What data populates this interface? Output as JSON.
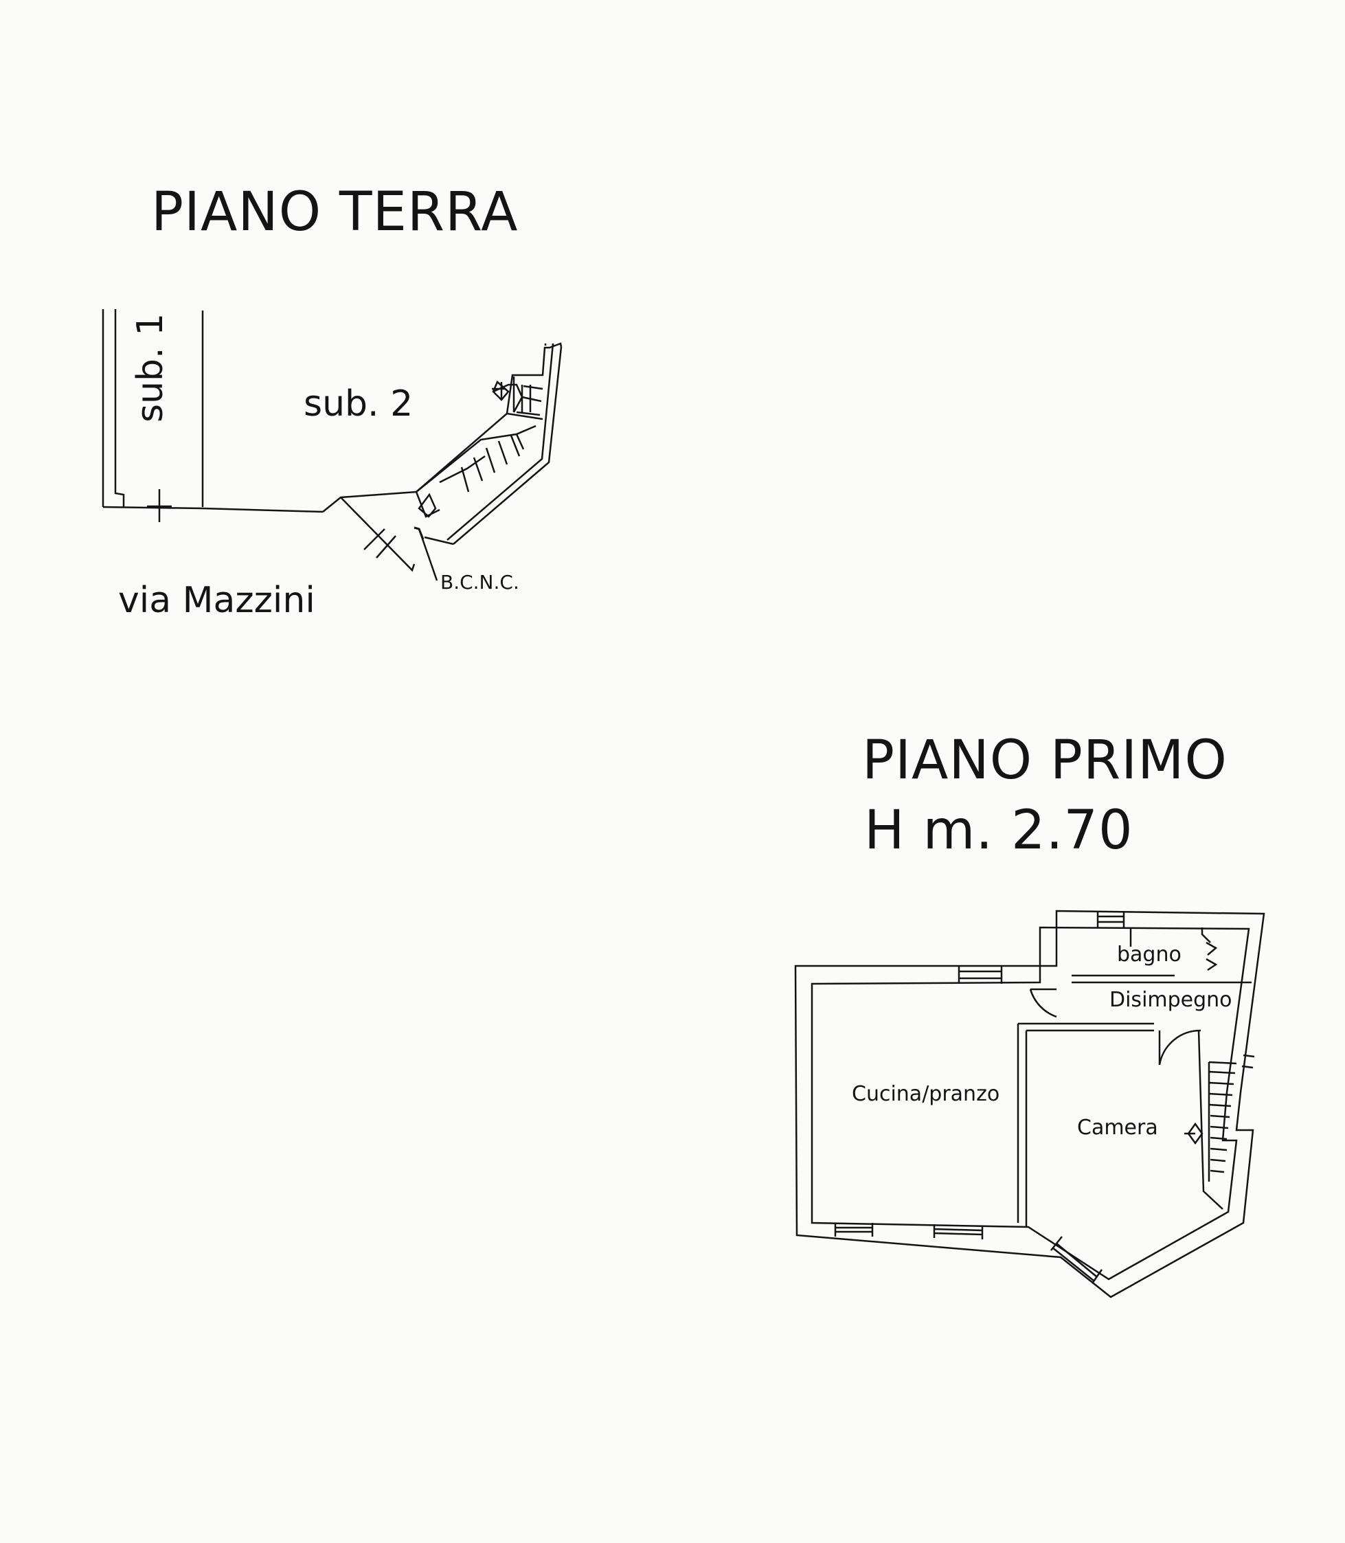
{
  "piano_terra": {
    "title": "PIANO TERRA",
    "labels": {
      "sub1": "sub. 1",
      "sub2": "sub. 2",
      "street": "via Mazzini",
      "bcnc": "B.C.N.C."
    }
  },
  "piano_primo": {
    "title": "PIANO PRIMO",
    "height": "H m. 2.70",
    "rooms": {
      "bagno": "bagno",
      "disimpegno": "Disimpegno",
      "cucina": "Cucina/pranzo",
      "camera": "Camera"
    }
  },
  "colors": {
    "ink": "#141414",
    "paper": "#fbfbfa"
  }
}
